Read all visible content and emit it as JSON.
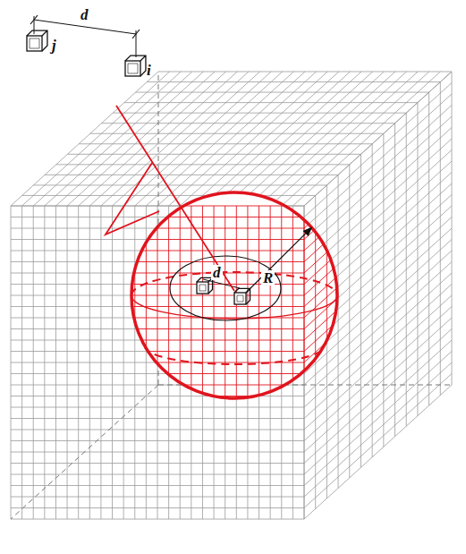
{
  "diagram": {
    "labels": [
      "d",
      "j",
      "i",
      "d",
      "R"
    ]
  }
}
